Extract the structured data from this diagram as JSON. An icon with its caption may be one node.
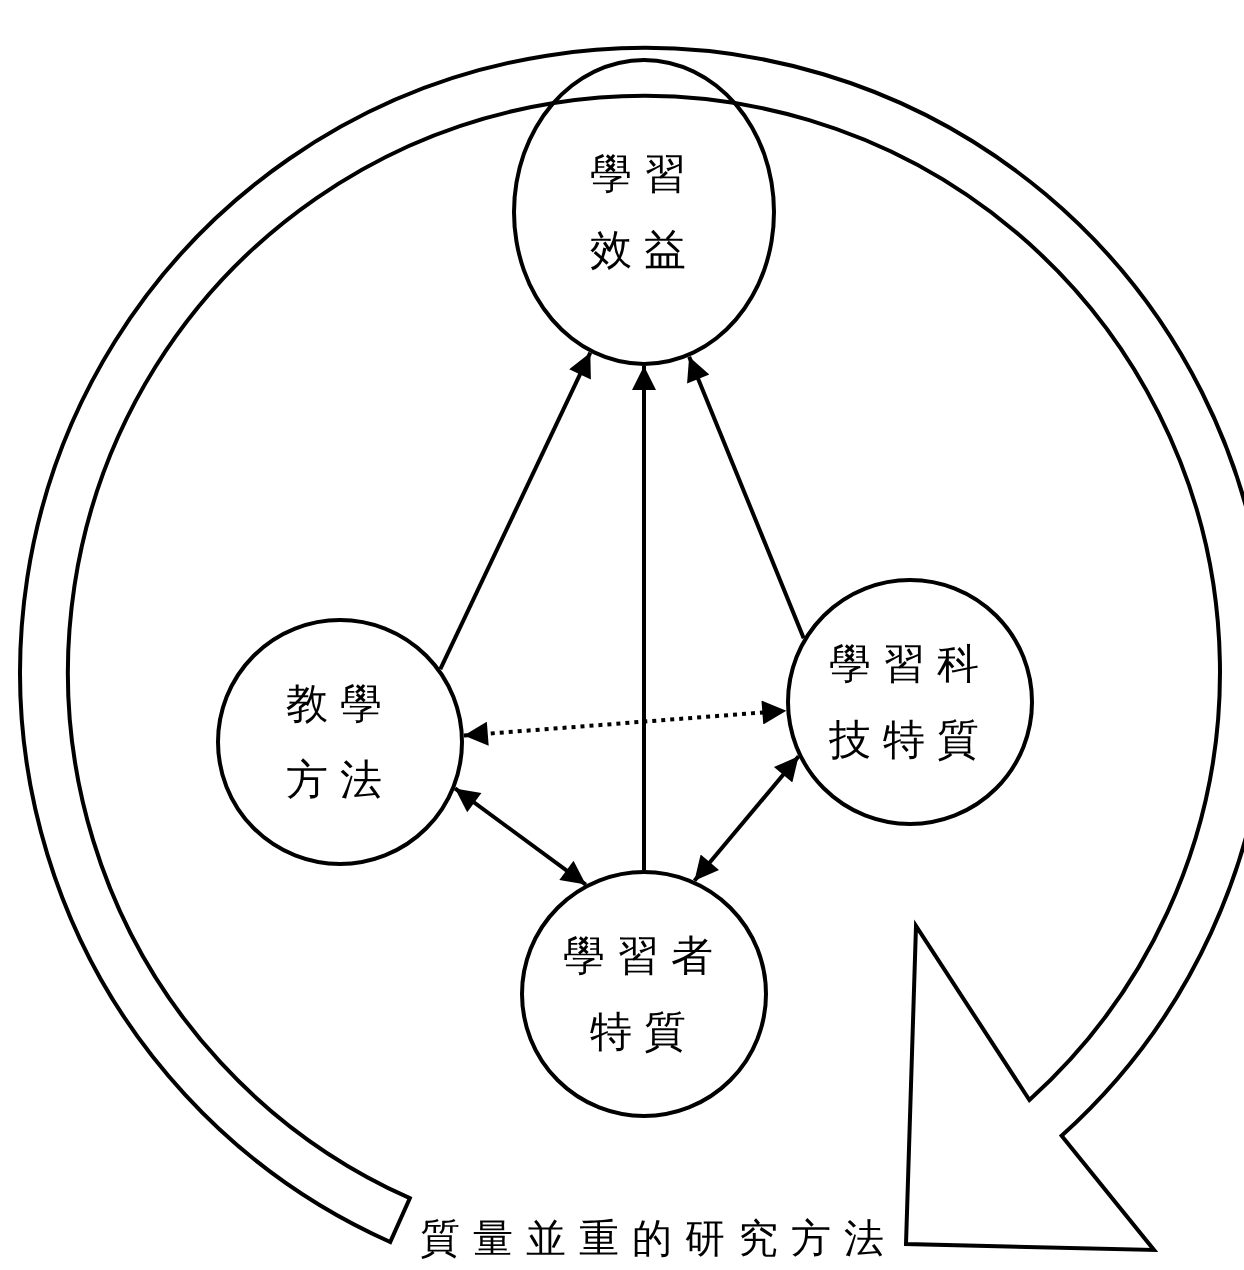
{
  "diagram": {
    "nodes": [
      {
        "text": [
          "學習效益"
        ]
      },
      {
        "text": [
          "教學方法"
        ]
      },
      {
        "text": [
          "學習科技特質"
        ]
      },
      {
        "text": [
          "學習者特質"
        ]
      }
    ],
    "edges": [
      {
        "from": 1,
        "to": 0,
        "arrow": "to"
      },
      {
        "from": 2,
        "to": 0,
        "arrow": "to"
      },
      {
        "from": 3,
        "to": 0,
        "arrow": "to"
      },
      {
        "from": 1,
        "to": 2,
        "arrow": "both",
        "style": "dashed"
      },
      {
        "from": 1,
        "to": 3,
        "arrow": "both"
      },
      {
        "from": 2,
        "to": 3,
        "arrow": "both"
      }
    ],
    "labels": [
      "質量並重的研究方法"
    ]
  }
}
